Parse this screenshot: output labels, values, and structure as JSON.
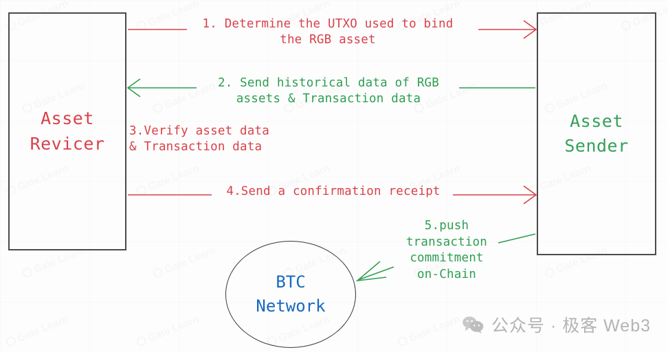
{
  "diagram": {
    "title_text_colors": {
      "red": "#d9414a",
      "green": "#2e9e52",
      "blue": "#1769c0",
      "box_border": "#4a4a4a"
    },
    "nodes": [
      {
        "id": "receiver",
        "label": "Asset\nRevicer",
        "color": "#d9414a",
        "shape": "rectangle"
      },
      {
        "id": "sender",
        "label": "Asset\nSender",
        "color": "#35a05a",
        "shape": "rectangle"
      },
      {
        "id": "btc",
        "label": "BTC\nNetwork",
        "color": "#1769c0",
        "shape": "ellipse"
      }
    ],
    "messages": [
      {
        "n": "1",
        "text": "1. Determine the UTXO used to bind\nthe RGB asset",
        "color": "#d9414a",
        "direction": "receiver-to-sender"
      },
      {
        "n": "2",
        "text": "2. Send historical data of RGB\nassets & Transaction data",
        "color": "#2e9e52",
        "direction": "sender-to-receiver"
      },
      {
        "n": "3",
        "text": "3.Verify asset data\n & Transaction data",
        "color": "#d9414a",
        "direction": "self-note"
      },
      {
        "n": "4",
        "text": "4.Send a confirmation receipt",
        "color": "#d9414a",
        "direction": "receiver-to-sender"
      },
      {
        "n": "5",
        "text": "5.push\ntransaction\ncommitment\non-Chain",
        "color": "#2e9e52",
        "direction": "sender-to-btc"
      }
    ]
  },
  "watermark": {
    "repeated_text": "Gate Learn",
    "badge_text": "公众号 · 极客 Web3",
    "badge_icon": "wechat-icon"
  }
}
